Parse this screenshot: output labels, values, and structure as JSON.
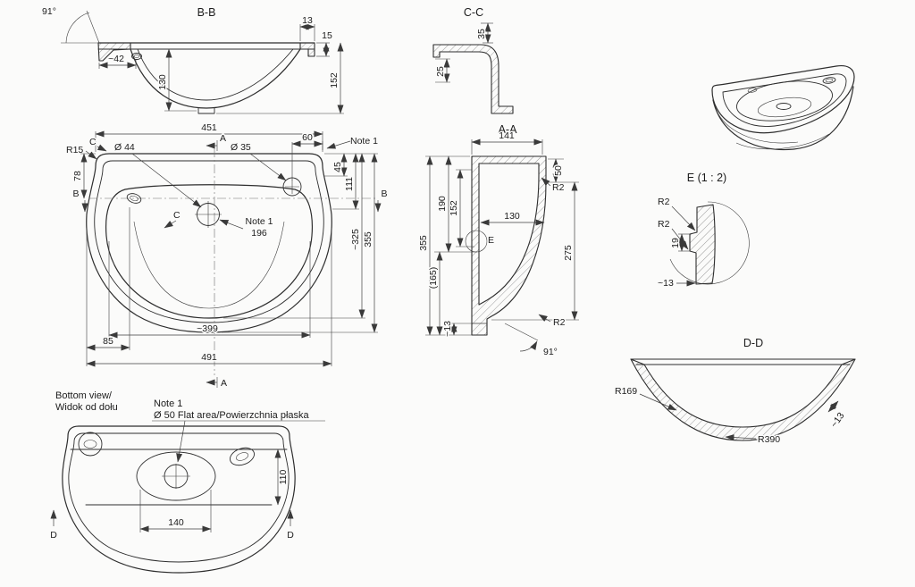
{
  "drawing": {
    "bb": {
      "title": "B-B",
      "angle": "91°",
      "d42": "~42",
      "d13": "13",
      "d15": "15",
      "d130": "130",
      "d152": "152"
    },
    "cc": {
      "title": "C-C",
      "d35": "35",
      "d25": "25"
    },
    "top": {
      "d451": "451",
      "d60": "60",
      "note1": "Note 1",
      "r15": "R15",
      "dia44": "Ø 44",
      "dia35": "Ø 35",
      "d78": "78",
      "d45": "45",
      "d111": "111",
      "d196": "196",
      "d325": "~325",
      "d355": "355",
      "d399": "~399",
      "d85": "85",
      "d491": "491",
      "mA": "A",
      "mB": "B",
      "mC": "C"
    },
    "aa": {
      "title": "A-A",
      "d141": "141",
      "d50": "50",
      "r2": "R2",
      "d190": "190",
      "d152": "152",
      "d130": "130",
      "d275": "275",
      "d355": "355",
      "d165": "(165)",
      "d13": "~13",
      "angle": "91°",
      "mE": "E"
    },
    "detail_e": {
      "title": "E  (1 : 2)",
      "r2": "R2",
      "d19": "19",
      "d13": "~13"
    },
    "dd": {
      "title": "D-D",
      "r169": "R169",
      "r390": "R390",
      "d13": "~13"
    },
    "bottom": {
      "line1": "Bottom view/",
      "line2": "Widok od dołu",
      "note1": "Note 1",
      "note2": "Ø 50 Flat area/Powierzchnia płaska",
      "d110": "110",
      "d140": "140",
      "mD": "D"
    }
  }
}
